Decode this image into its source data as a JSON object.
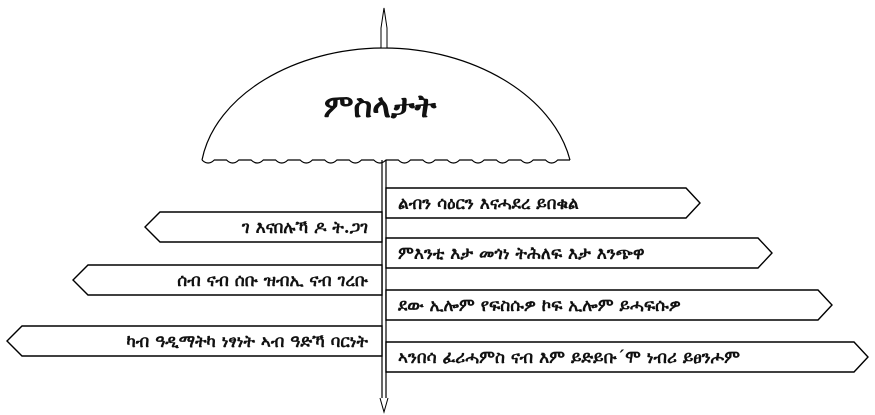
{
  "title": "ምስላታት",
  "signs_right": [
    "ልብን ሳዕርን እናሓደረ ይበቁል",
    "ምእንቲ እታ መጎነ ትሕለፍ እታ እንጭዋ",
    "ደው ኢሎም የፍስሱዎ ኮፍ ኢሎም ይሓፍሱዎ",
    "ኣንበሳ ፈሪሓምስ ናብ እም ይድይቡ´ሞ ነብሪ ይፀንሖም"
  ],
  "signs_left": [
    "ገ እናበሉኻ ዶ ት.ጋገ",
    "ሰብ ናብ ሰቡ ዝብኢ ናብ ገረቡ",
    "ካብ ዓዲማትካ ነፃነት ኣብ ዓድኻ ባርነት"
  ],
  "colors": {
    "stroke": "#000000",
    "fill": "#ffffff",
    "text": "#111111"
  }
}
